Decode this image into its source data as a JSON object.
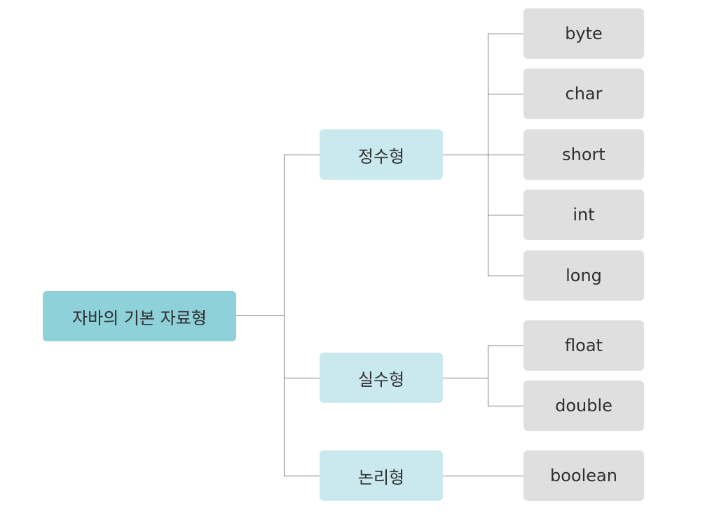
{
  "root": {
    "label": "자바의 기본 자료형"
  },
  "categories": [
    {
      "label": "정수형",
      "types": [
        "byte",
        "char",
        "short",
        "int",
        "long"
      ]
    },
    {
      "label": "실수형",
      "types": [
        "float",
        "double"
      ]
    },
    {
      "label": "논리형",
      "types": [
        "boolean"
      ]
    }
  ],
  "colors": {
    "root_fill": "#8fd1d9",
    "category_fill": "#c9e9ee",
    "leaf_fill": "#dfdfdf",
    "connector": "#7a7a7a"
  }
}
